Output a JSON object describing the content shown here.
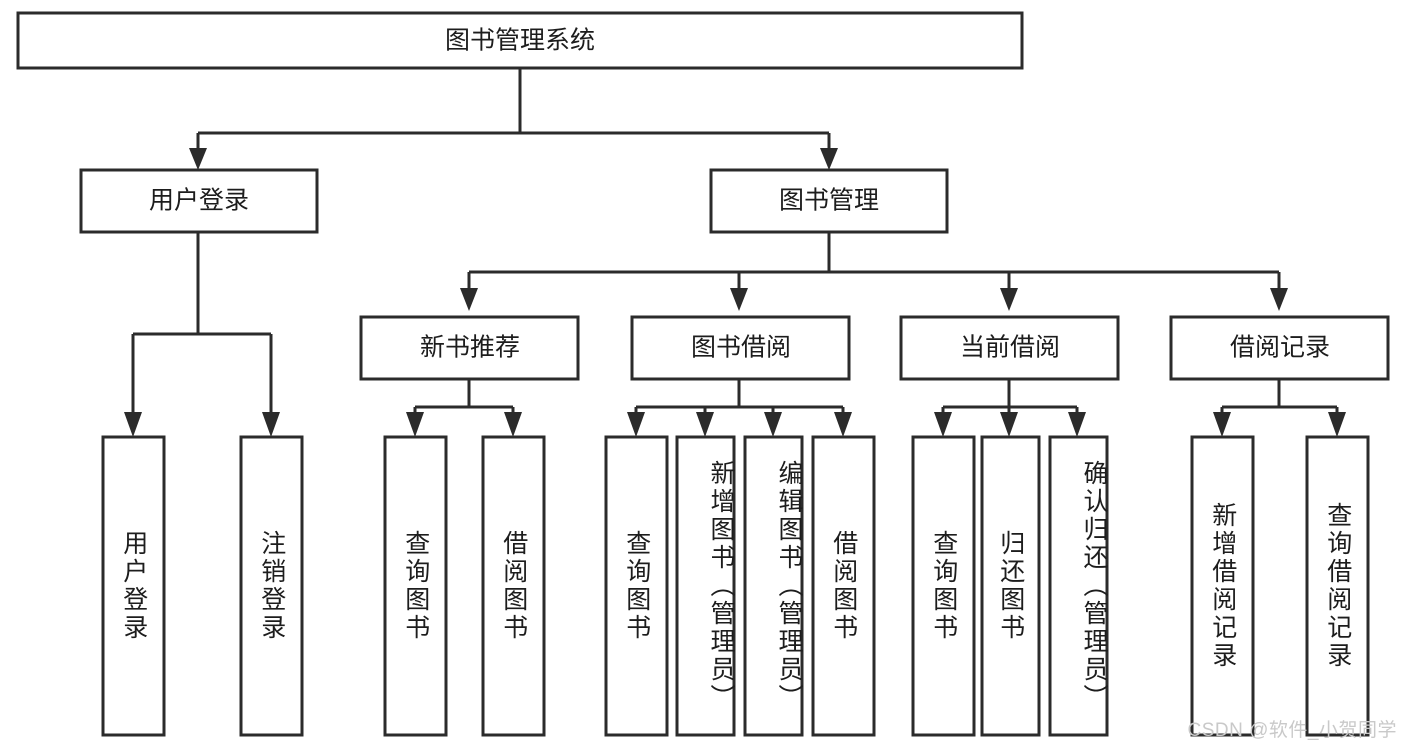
{
  "diagram": {
    "type": "tree-hierarchy",
    "title": "图书管理系统",
    "orientation": "top-down",
    "colors": {
      "stroke": "#2b2b2b",
      "fill": "#ffffff",
      "text": "#1d1d1d",
      "background": "#ffffff",
      "watermark": "#c9c9c9"
    },
    "root": {
      "label": "图书管理系统",
      "id": "root"
    },
    "level2": [
      {
        "id": "user-login",
        "label": "用户登录"
      },
      {
        "id": "book-manage",
        "label": "图书管理"
      }
    ],
    "level3": [
      {
        "id": "new-book-rec",
        "label": "新书推荐",
        "parent": "book-manage"
      },
      {
        "id": "book-borrow",
        "label": "图书借阅",
        "parent": "book-manage"
      },
      {
        "id": "current-borrow",
        "label": "当前借阅",
        "parent": "book-manage"
      },
      {
        "id": "borrow-record",
        "label": "借阅记录",
        "parent": "book-manage"
      }
    ],
    "leaves": [
      {
        "id": "leaf-user-login",
        "label": "用户登录",
        "parent": "user-login"
      },
      {
        "id": "leaf-logout",
        "label": "注销登录",
        "parent": "user-login"
      },
      {
        "id": "leaf-query-book-1",
        "label": "查询图书",
        "parent": "new-book-rec"
      },
      {
        "id": "leaf-borrow-book-1",
        "label": "借阅图书",
        "parent": "new-book-rec"
      },
      {
        "id": "leaf-query-book-2",
        "label": "查询图书",
        "parent": "book-borrow"
      },
      {
        "id": "leaf-add-book",
        "label": "新增图书（管理员）",
        "parent": "book-borrow"
      },
      {
        "id": "leaf-edit-book",
        "label": "编辑图书（管理员）",
        "parent": "book-borrow"
      },
      {
        "id": "leaf-borrow-book-2",
        "label": "借阅图书",
        "parent": "book-borrow"
      },
      {
        "id": "leaf-query-book-3",
        "label": "查询图书",
        "parent": "current-borrow"
      },
      {
        "id": "leaf-return-book",
        "label": "归还图书",
        "parent": "current-borrow"
      },
      {
        "id": "leaf-confirm-return",
        "label": "确认归还（管理员）",
        "parent": "current-borrow"
      },
      {
        "id": "leaf-add-record",
        "label": "新增借阅记录",
        "parent": "borrow-record"
      },
      {
        "id": "leaf-query-record",
        "label": "查询借阅记录",
        "parent": "borrow-record"
      }
    ]
  },
  "watermark": {
    "text": "CSDN @软件_小贺同学"
  }
}
